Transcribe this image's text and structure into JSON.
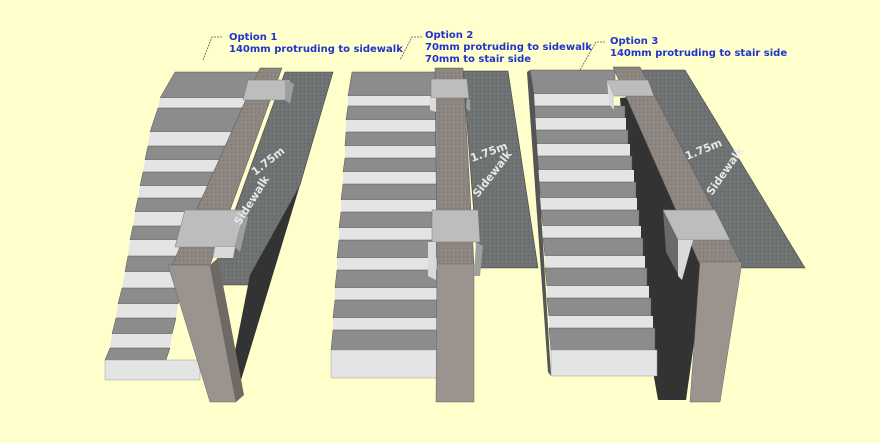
{
  "background_color": "#FFFFCC",
  "label_color": "#2233CC",
  "options": [
    {
      "title": "Option 1",
      "lines": [
        "140mm protruding to sidewalk"
      ],
      "sidewalk_width": "1.75m",
      "sidewalk_label": "Sidewalk"
    },
    {
      "title": "Option 2",
      "lines": [
        "70mm protruding to sidewalk",
        "70mm to stair side"
      ],
      "sidewalk_width": "1.75m",
      "sidewalk_label": "Sidewalk"
    },
    {
      "title": "Option 3",
      "lines": [
        "140mm protruding to stair side"
      ],
      "sidewalk_width": "1.75m",
      "sidewalk_label": "Sidewalk"
    }
  ]
}
